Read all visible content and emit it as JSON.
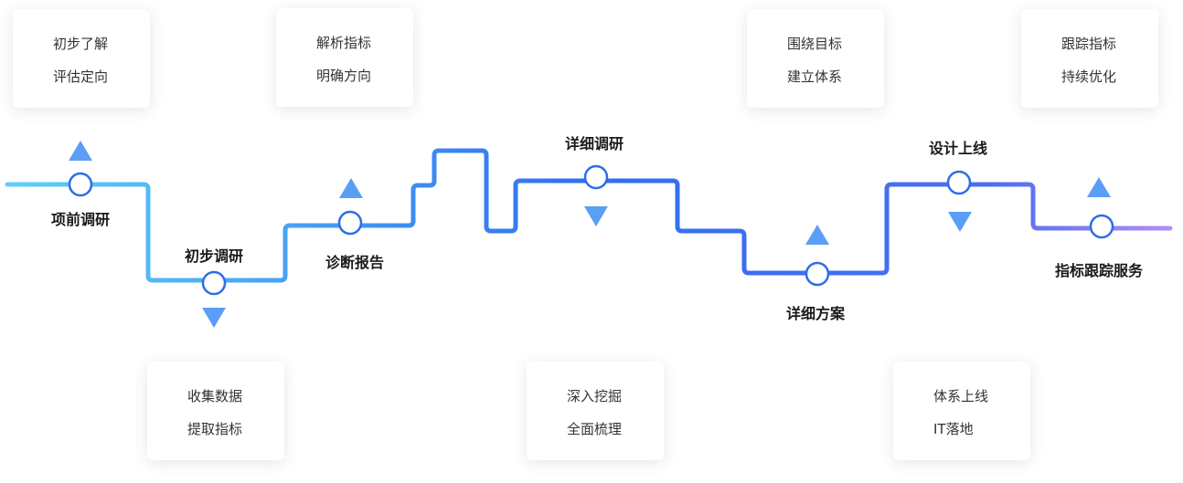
{
  "stages": [
    {
      "id": "s1",
      "label": "项前调研"
    },
    {
      "id": "s2",
      "label": "初步调研"
    },
    {
      "id": "s3",
      "label": "诊断报告"
    },
    {
      "id": "s4",
      "label": "详细调研"
    },
    {
      "id": "s5",
      "label": "详细方案"
    },
    {
      "id": "s6",
      "label": "设计上线"
    },
    {
      "id": "s7",
      "label": "指标跟踪服务"
    }
  ],
  "cards": [
    {
      "id": "c1",
      "lines": [
        "初步了解",
        "评估定向"
      ]
    },
    {
      "id": "c2",
      "lines": [
        "收集数据",
        "提取指标"
      ]
    },
    {
      "id": "c3",
      "lines": [
        "解析指标",
        "明确方向"
      ]
    },
    {
      "id": "c4",
      "lines": [
        "深入挖掘",
        "全面梳理"
      ]
    },
    {
      "id": "c5",
      "lines": [
        "围绕目标",
        "建立体系"
      ]
    },
    {
      "id": "c6",
      "lines": [
        "体系上线",
        "IT落地"
      ]
    },
    {
      "id": "c7",
      "lines": [
        "跟踪指标",
        "持续优化"
      ]
    }
  ],
  "colors": {
    "line_start": "#5fd0f7",
    "line_mid": "#2f6ff0",
    "line_end": "#b58cf2",
    "arrow": "#5b9ef5",
    "node_fill": "#ffffff"
  }
}
